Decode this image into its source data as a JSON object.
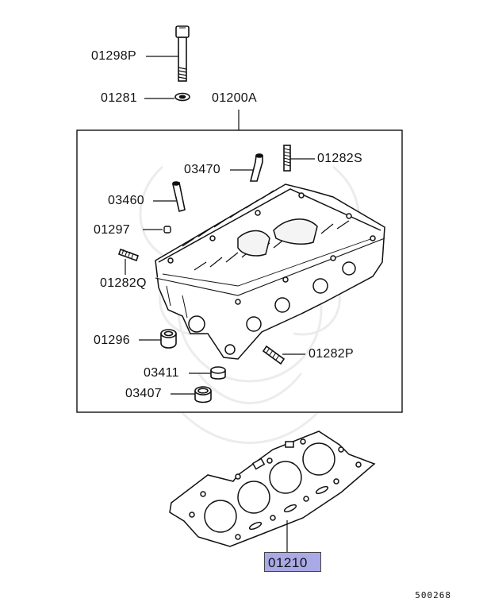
{
  "diagram": {
    "callouts": [
      {
        "id": "bolt",
        "text": "01298P"
      },
      {
        "id": "washer",
        "text": "01281"
      },
      {
        "id": "assembly",
        "text": "01200A"
      },
      {
        "id": "stud_top",
        "text": "01282S"
      },
      {
        "id": "tube_long",
        "text": "03470"
      },
      {
        "id": "tube_short",
        "text": "03460"
      },
      {
        "id": "pin",
        "text": "01297"
      },
      {
        "id": "stud_left",
        "text": "01282Q"
      },
      {
        "id": "plug",
        "text": "01296"
      },
      {
        "id": "stud_right",
        "text": "01282P"
      },
      {
        "id": "cap_small",
        "text": "03411"
      },
      {
        "id": "cap_ring",
        "text": "03407"
      }
    ],
    "highlighted_part": {
      "text": "01210",
      "color": "#a9a9e6"
    },
    "figure_number": "500268"
  }
}
